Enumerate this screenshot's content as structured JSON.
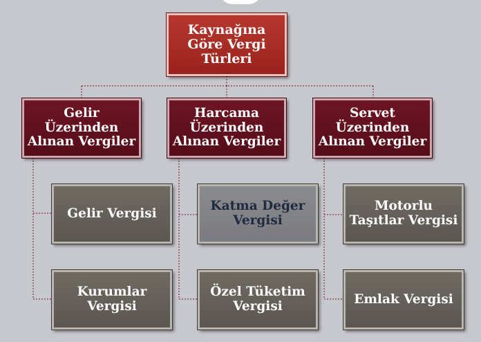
{
  "root": {
    "label": "Kaynağına\nGöre Vergi\nTürleri"
  },
  "categories": [
    {
      "label": "Gelir\nÜzerinden\nAlınan Vergiler",
      "items": [
        "Gelir Vergisi",
        "Kurumlar\nVergisi"
      ]
    },
    {
      "label": "Harcama\nÜzerinden\nAlınan Vergiler",
      "items": [
        "Katma Değer\nVergisi",
        "Özel Tüketim\nVergisi"
      ]
    },
    {
      "label": "Servet\nÜzerinden\nAlınan Vergiler",
      "items": [
        "Motorlu\nTaşıtlar Vergisi",
        "Emlak Vergisi"
      ]
    }
  ],
  "colors": {
    "background": "#c7c8ce",
    "root_fill": "#a8281f",
    "category_fill": "#621020",
    "leaf_fill": "#65605a",
    "leaf_highlight_fill": "#808186",
    "connector": "#7a1020"
  }
}
